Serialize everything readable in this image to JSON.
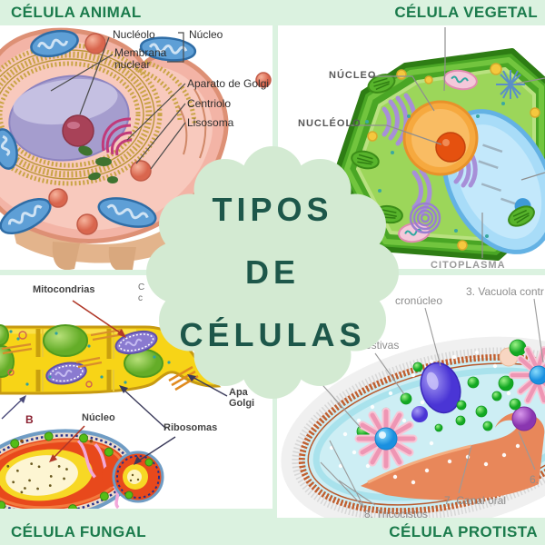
{
  "headers": {
    "animal": "CÉLULA ANIMAL",
    "vegetal": "CÉLULA VEGETAL",
    "fungal": "CÉLULA FUNGAL",
    "protista": "CÉLULA PROTISTA"
  },
  "center": {
    "line1": "TIPOS",
    "line2": "DE",
    "line3": "CÉLULAS"
  },
  "panels": {
    "animal": {
      "labels": {
        "nucleolo": "Nucléolo",
        "nucleo": "Núcleo",
        "membrana": "Membrana nuclear",
        "golgi": "Aparato de Golgi",
        "centriolo": "Centriolo",
        "lisosoma": "Lisosoma"
      }
    },
    "vegetal": {
      "labels": {
        "nucleo": "NÚCLEO",
        "nucleolo": "NUCLÉOLO",
        "citoplasma": "CITOPLASMA"
      }
    },
    "fungal": {
      "labels": {
        "mitocondrias": "Mitocondrias",
        "c1": "C",
        "c2": "c",
        "apa": "Apa",
        "golgi": "Golgi",
        "b": "B",
        "nucleo": "Núcleo",
        "ribosomas": "Ribosomas"
      }
    },
    "protista": {
      "labels": {
        "macronucleo": "cronúcleo",
        "vacuola": "3. Vacuola contr",
        "digestivas": "estivas",
        "canal": "7. Canal oral",
        "tricocistos": "8. Tricocistos",
        "n6": "6."
      }
    }
  },
  "colors": {
    "background_mint": "#dbf2e0",
    "panel_white": "#ffffff",
    "header_text": "#1b7b4c",
    "blob_fill": "#d3ead2",
    "blob_text": "#1d574a"
  }
}
